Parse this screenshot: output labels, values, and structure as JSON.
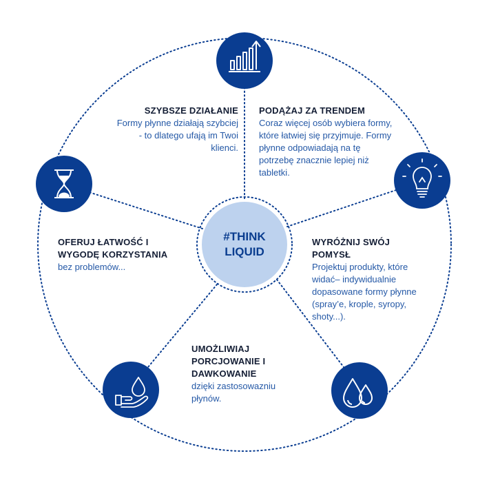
{
  "center": {
    "line1": "#THINK",
    "line2": "LIQUID"
  },
  "blocks": [
    {
      "title": "SZYBSZE DZIAŁANIE",
      "body": "Formy płynne działają szybciej - to dlatego ufają im Twoi klienci."
    },
    {
      "title": "PODĄŻAJ ZA TRENDEM",
      "body": "Coraz więcej osób wybiera formy, które łatwiej się przyjmuje. Formy płynne odpowiadają na tę potrzebę znacznie lepiej niż tabletki."
    },
    {
      "title": "WYRÓŻNIJ SWÓJ POMYSŁ",
      "body": "Projektuj produkty, które widać– indywidualnie dopasowane formy płynne (spray’e, krople, syropy, shoty...)."
    },
    {
      "title": "UMOŻLIWIAJ PORCJOWANIE I DAWKOWANIE",
      "body": "dzięki zastosowazniu płynów."
    },
    {
      "title": "OFERUJ ŁATWOŚĆ I WYGODĘ KORZYSTANIA",
      "body": "bez problemów..."
    }
  ],
  "icons": [
    "growth-chart-icon",
    "lightbulb-icon",
    "water-drops-icon",
    "hand-drop-icon",
    "hourglass-icon"
  ],
  "colors": {
    "node": "#0a3d91",
    "center_fill": "#bdd2ee",
    "text_dark": "#141e35",
    "text_blue": "#2458a6",
    "line": "#0a3d91"
  }
}
